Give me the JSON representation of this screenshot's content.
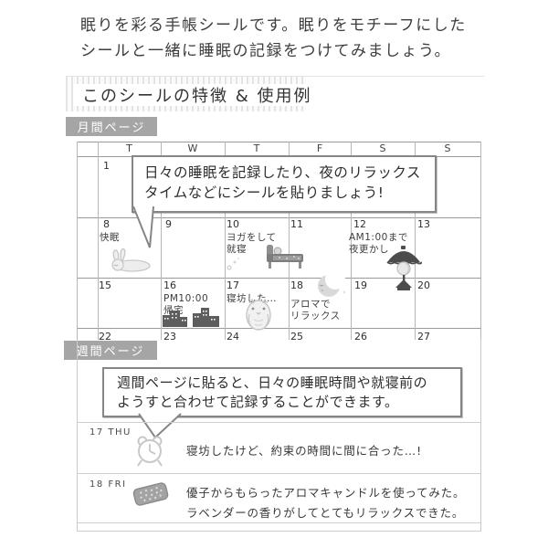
{
  "intro": {
    "line1": "眠りを彩る手帳シールです。眠りをモチーフにした",
    "line2": "シールと一緒に睡眠の記録をつけてみましょう。"
  },
  "section": {
    "title": "このシールの特徴 & 使用例"
  },
  "tabs": {
    "monthly": "月間ページ",
    "weekly": "週間ページ"
  },
  "monthly": {
    "weekdays": [
      "T",
      "W",
      "T",
      "F",
      "S",
      "S"
    ],
    "bubble": {
      "line1": "日々の睡眠を記録したり、夜のリラックス",
      "line2": "タイムなどにシールを貼りましょう!"
    },
    "cells": {
      "d1": {
        "date": "1"
      },
      "d8": {
        "date": "8",
        "note1": "快眠"
      },
      "d9": {
        "date": "9"
      },
      "d10": {
        "date": "10",
        "note1": "ヨガをして",
        "note2": "就寝"
      },
      "d11": {
        "date": "11"
      },
      "d12": {
        "date": "12",
        "note1": "AM1:00まで",
        "note2": "夜更かし"
      },
      "d13": {
        "date": "13"
      },
      "d15": {
        "date": "15"
      },
      "d16": {
        "date": "16",
        "note1": "PM10:00",
        "note2": "帰宅"
      },
      "d17": {
        "date": "17",
        "note1": "寝坊した…"
      },
      "d18": {
        "date": "18",
        "note1": "アロマで",
        "note2": "リラックス"
      },
      "d19": {
        "date": "19"
      },
      "d20": {
        "date": "20"
      },
      "d22": {
        "date": "22"
      },
      "d23": {
        "date": "23"
      },
      "d24": {
        "date": "24"
      },
      "d25": {
        "date": "25"
      },
      "d26": {
        "date": "26"
      },
      "d27": {
        "date": "27"
      }
    }
  },
  "weekly": {
    "bubble": {
      "line1": "週間ページに貼ると、日々の睡眠時間や就寝前の",
      "line2": "ようすと合わせて記録することができます。"
    },
    "entries": [
      {
        "day": "17 THU",
        "icon": "alarm-clock-icon",
        "line1": "寝坊したけど、約束の時間に間に合った…!"
      },
      {
        "day": "18 FRI",
        "icon": "aroma-candle-icon",
        "line1": "優子からもらったアロマキャンドルを使ってみた。",
        "line2": "ラベンダーの香りがしてとてもリラックスできた。"
      }
    ]
  },
  "icons": [
    "sleeping-rabbit-icon",
    "zzz-icon",
    "bed-icon",
    "lantern-lamp-icon",
    "city-buildings-icon",
    "owl-icon",
    "crescent-moon-icon",
    "alarm-clock-icon",
    "aroma-candle-icon"
  ],
  "colors": {
    "tab_bg": "#a5a5a5",
    "bubble_border": "#868686",
    "stripe": "#e4e4e4",
    "grid_line": "#9a9a9a",
    "text": "#3b3b3b"
  }
}
